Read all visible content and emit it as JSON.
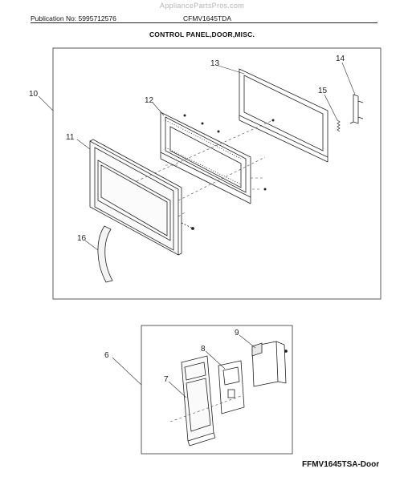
{
  "header": {
    "watermark": "AppliancePartsPros.com",
    "publication": "Publication No: 5995712576",
    "model": "CFMV1645TDA",
    "section_title": "CONTROL PANEL,DOOR,MISC."
  },
  "callouts": {
    "c6": "6",
    "c7": "7",
    "c8": "8",
    "c9": "9",
    "c10": "10",
    "c11": "11",
    "c12": "12",
    "c13": "13",
    "c14": "14",
    "c15": "15",
    "c16": "16"
  },
  "footer": {
    "label": "FFMV1645TSA-Door"
  }
}
